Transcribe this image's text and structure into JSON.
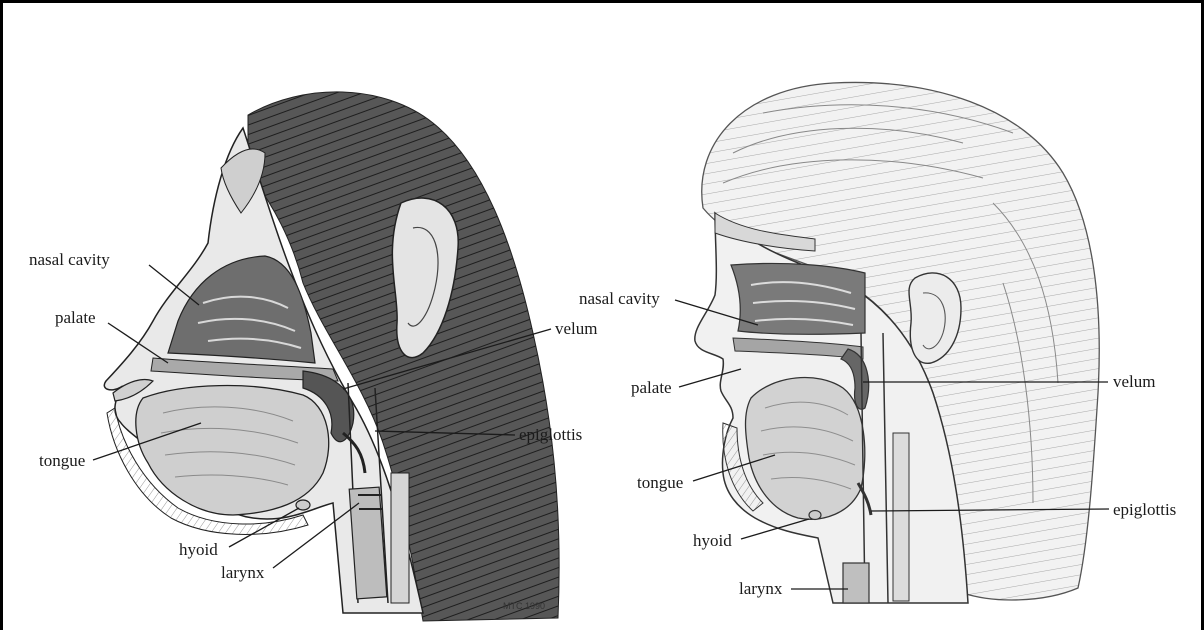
{
  "left_diagram": {
    "labels": {
      "nasal_cavity": "nasal cavity",
      "palate": "palate",
      "velum": "velum",
      "epiglottis": "epiglottis",
      "tongue": "tongue",
      "hyoid": "hyoid",
      "larynx": "larynx"
    },
    "signature": "MTC 1990"
  },
  "right_diagram": {
    "labels": {
      "nasal_cavity": "nasal cavity",
      "palate": "palate",
      "velum": "velum",
      "tongue": "tongue",
      "epiglottis": "epiglottis",
      "hyoid": "hyoid",
      "larynx": "larynx"
    }
  },
  "colors": {
    "border": "#000000",
    "ink": "#1b1b1b",
    "cavity_fill": "#6e6e6e",
    "tongue_fill": "#cfcfcf",
    "hair_dark": "#3a3a3a"
  }
}
